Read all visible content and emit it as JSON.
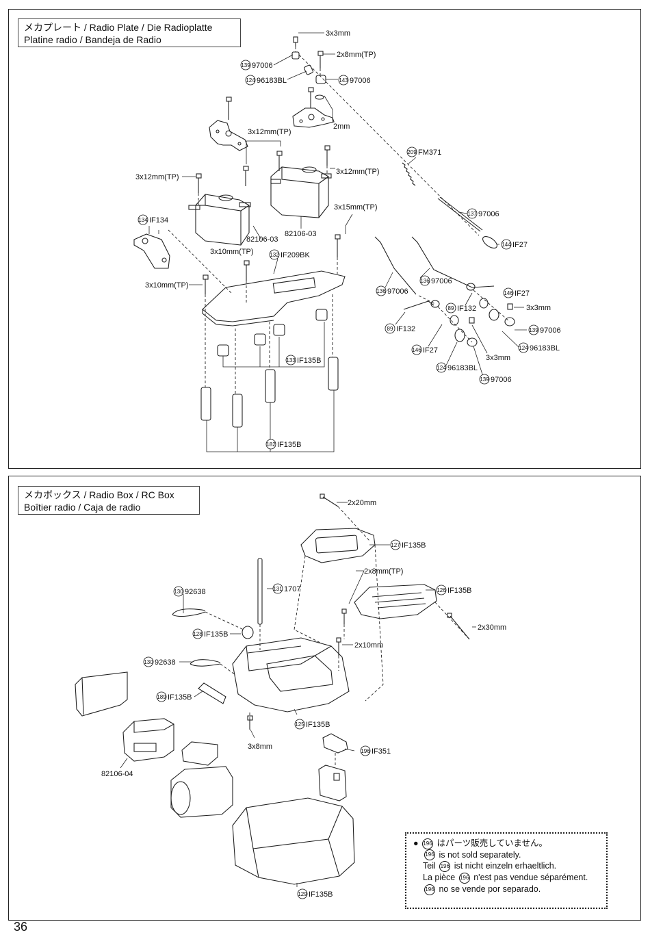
{
  "page_number": "36",
  "panel_top": {
    "title_line1": "メカプレート / Radio Plate / Die Radioplatte",
    "title_line2": "Platine radio / Bandeja de Radio",
    "labels": [
      {
        "id": "t1",
        "num": "",
        "text": "3x3mm"
      },
      {
        "id": "t2",
        "num": "",
        "text": "2x8mm(TP)"
      },
      {
        "id": "t3",
        "num": "139",
        "text": "97006"
      },
      {
        "id": "t4",
        "num": "124",
        "text": "96183BL"
      },
      {
        "id": "t5",
        "num": "143",
        "text": "97006"
      },
      {
        "id": "t6",
        "num": "",
        "text": "2mm"
      },
      {
        "id": "t7",
        "num": "",
        "text": "3x12mm(TP)"
      },
      {
        "id": "t8",
        "num": "209",
        "text": "FM371"
      },
      {
        "id": "t9",
        "num": "",
        "text": "3x12mm(TP)"
      },
      {
        "id": "t10",
        "num": "",
        "text": "3x12mm(TP)"
      },
      {
        "id": "t11",
        "num": "",
        "text": "3x15mm(TP)"
      },
      {
        "id": "t12",
        "num": "134",
        "text": "IF134"
      },
      {
        "id": "t13",
        "num": "",
        "text": "82106-03"
      },
      {
        "id": "t14",
        "num": "",
        "text": "82106-03"
      },
      {
        "id": "t15",
        "num": "137",
        "text": "97006"
      },
      {
        "id": "t16",
        "num": "144",
        "text": "IF27"
      },
      {
        "id": "t17",
        "num": "",
        "text": "3x10mm(TP)"
      },
      {
        "id": "t18",
        "num": "132",
        "text": "IF209BK"
      },
      {
        "id": "t19",
        "num": "",
        "text": "3x10mm(TP)"
      },
      {
        "id": "t20",
        "num": "136",
        "text": "97006"
      },
      {
        "id": "t21",
        "num": "136",
        "text": "97006"
      },
      {
        "id": "t22",
        "num": "146",
        "text": "IF27"
      },
      {
        "id": "t23",
        "num": "89",
        "text": "IF132"
      },
      {
        "id": "t24",
        "num": "",
        "text": "3x3mm"
      },
      {
        "id": "t25",
        "num": "89",
        "text": "IF132"
      },
      {
        "id": "t26",
        "num": "139",
        "text": "97006"
      },
      {
        "id": "t27",
        "num": "124",
        "text": "96183BL"
      },
      {
        "id": "t28",
        "num": "146",
        "text": "IF27"
      },
      {
        "id": "t29",
        "num": "",
        "text": "3x3mm"
      },
      {
        "id": "t30",
        "num": "124",
        "text": "96183BL"
      },
      {
        "id": "t31",
        "num": "133",
        "text": "IF135B"
      },
      {
        "id": "t32",
        "num": "139",
        "text": "97006"
      },
      {
        "id": "t33",
        "num": "182",
        "text": "IF135B"
      }
    ]
  },
  "panel_bottom": {
    "title_line1": "メカボックス / Radio Box / RC Box",
    "title_line2": "Boîtier radio / Caja de radio",
    "labels": [
      {
        "id": "b1",
        "num": "",
        "text": "2x20mm"
      },
      {
        "id": "b2",
        "num": "127",
        "text": "IF135B"
      },
      {
        "id": "b3",
        "num": "",
        "text": "2x8mm(TP)"
      },
      {
        "id": "b4",
        "num": "130",
        "text": "92638"
      },
      {
        "id": "b5",
        "num": "131",
        "text": "1707"
      },
      {
        "id": "b6",
        "num": "126",
        "text": "IF135B"
      },
      {
        "id": "b7",
        "num": "",
        "text": "2x30mm"
      },
      {
        "id": "b8",
        "num": "128",
        "text": "IF135B"
      },
      {
        "id": "b9",
        "num": "",
        "text": "2x10mm"
      },
      {
        "id": "b10",
        "num": "130",
        "text": "92638"
      },
      {
        "id": "b11",
        "num": "189",
        "text": "IF135B"
      },
      {
        "id": "b12",
        "num": "125",
        "text": "IF135B"
      },
      {
        "id": "b13",
        "num": "",
        "text": "3x8mm"
      },
      {
        "id": "b14",
        "num": "196",
        "text": "IF351"
      },
      {
        "id": "b15",
        "num": "",
        "text": "82106-04"
      },
      {
        "id": "b16",
        "num": "129",
        "text": "IF135B"
      }
    ],
    "note": {
      "bullet": "●",
      "num": "196",
      "line_jp": "はパーツ販売していません。",
      "line_en": "is not sold separately.",
      "line_de_prefix": "Teil",
      "line_de": "ist nicht einzeln erhaeltlich.",
      "line_fr_prefix": "La pièce",
      "line_fr": "n'est pas vendue séparément.",
      "line_es": "no se vende por separado."
    }
  }
}
